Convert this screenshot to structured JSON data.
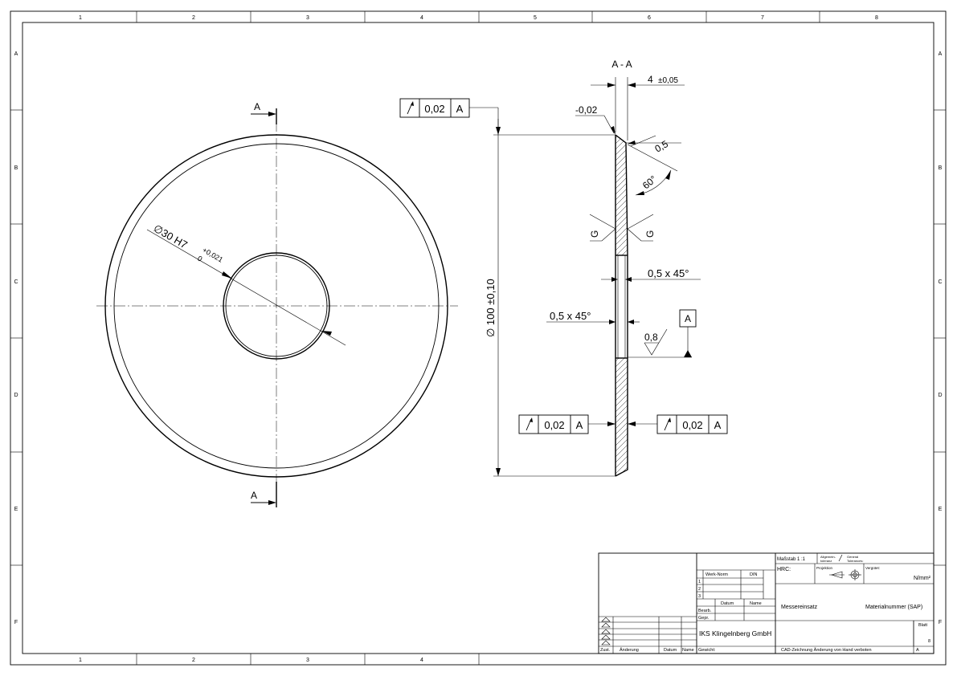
{
  "frame": {
    "col_labels": [
      "1",
      "2",
      "3",
      "4",
      "5",
      "6",
      "7",
      "8"
    ],
    "col_labels_bottom": [
      "1",
      "2",
      "3",
      "4"
    ],
    "row_labels": [
      "A",
      "B",
      "C",
      "D",
      "E",
      "F"
    ]
  },
  "front_view": {
    "section_letter_top": "A",
    "section_letter_bottom": "A",
    "bore_dim": "∅30 H7",
    "bore_tol_upper": "+0,021",
    "bore_tol_lower": "0"
  },
  "section_view": {
    "title": "A - A",
    "thickness_dim": "4",
    "thickness_tol": "±0,05",
    "edge_tol": "-0,02",
    "chamfer_outer": "0,5",
    "angle": "60°",
    "surface_symbol_letter": "G",
    "chamfer_bore_right": "0,5 x 45°",
    "chamfer_bore_left": "0,5 x 45°",
    "roughness": "0,8",
    "datum": "A",
    "diameter_dim": "∅ 100 ±0,10",
    "fcf_top": {
      "value": "0,02",
      "datum": "A"
    },
    "fcf_left": {
      "value": "0,02",
      "datum": "A"
    },
    "fcf_right": {
      "value": "0,02",
      "datum": "A"
    }
  },
  "title_block": {
    "scale": "Maßstab 1 :1",
    "general_tol_1": "Allgemein-",
    "general_tol_2": "toleranz",
    "general_tol_3": "General",
    "general_tol_4": "Tolerances:",
    "hrc": "HRC:",
    "projection": "Projektion",
    "strength": "Vergütet:",
    "strength_unit": "N/mm²",
    "werknorm": "Werk-Norm",
    "din": "DIN",
    "rows": [
      "1",
      "2",
      "3"
    ],
    "datum_label": "Datum",
    "name_label": "Name",
    "bearb": "Bearb.",
    "gepr": "Gepr.",
    "part_name": "Messereinsatz",
    "material_no": "Materialnummer (SAP)",
    "company": "IKS Klingelnberg GmbH",
    "blatt": "Blatt",
    "sheet_count": "8",
    "zust": "Zust.",
    "aenderung": "Änderung",
    "datum2": "Datum",
    "name2": "Name",
    "gewicht": "Gewicht:",
    "cad_note": "CAD-Zeichnung Änderung von Hand verboten",
    "format": "A"
  }
}
